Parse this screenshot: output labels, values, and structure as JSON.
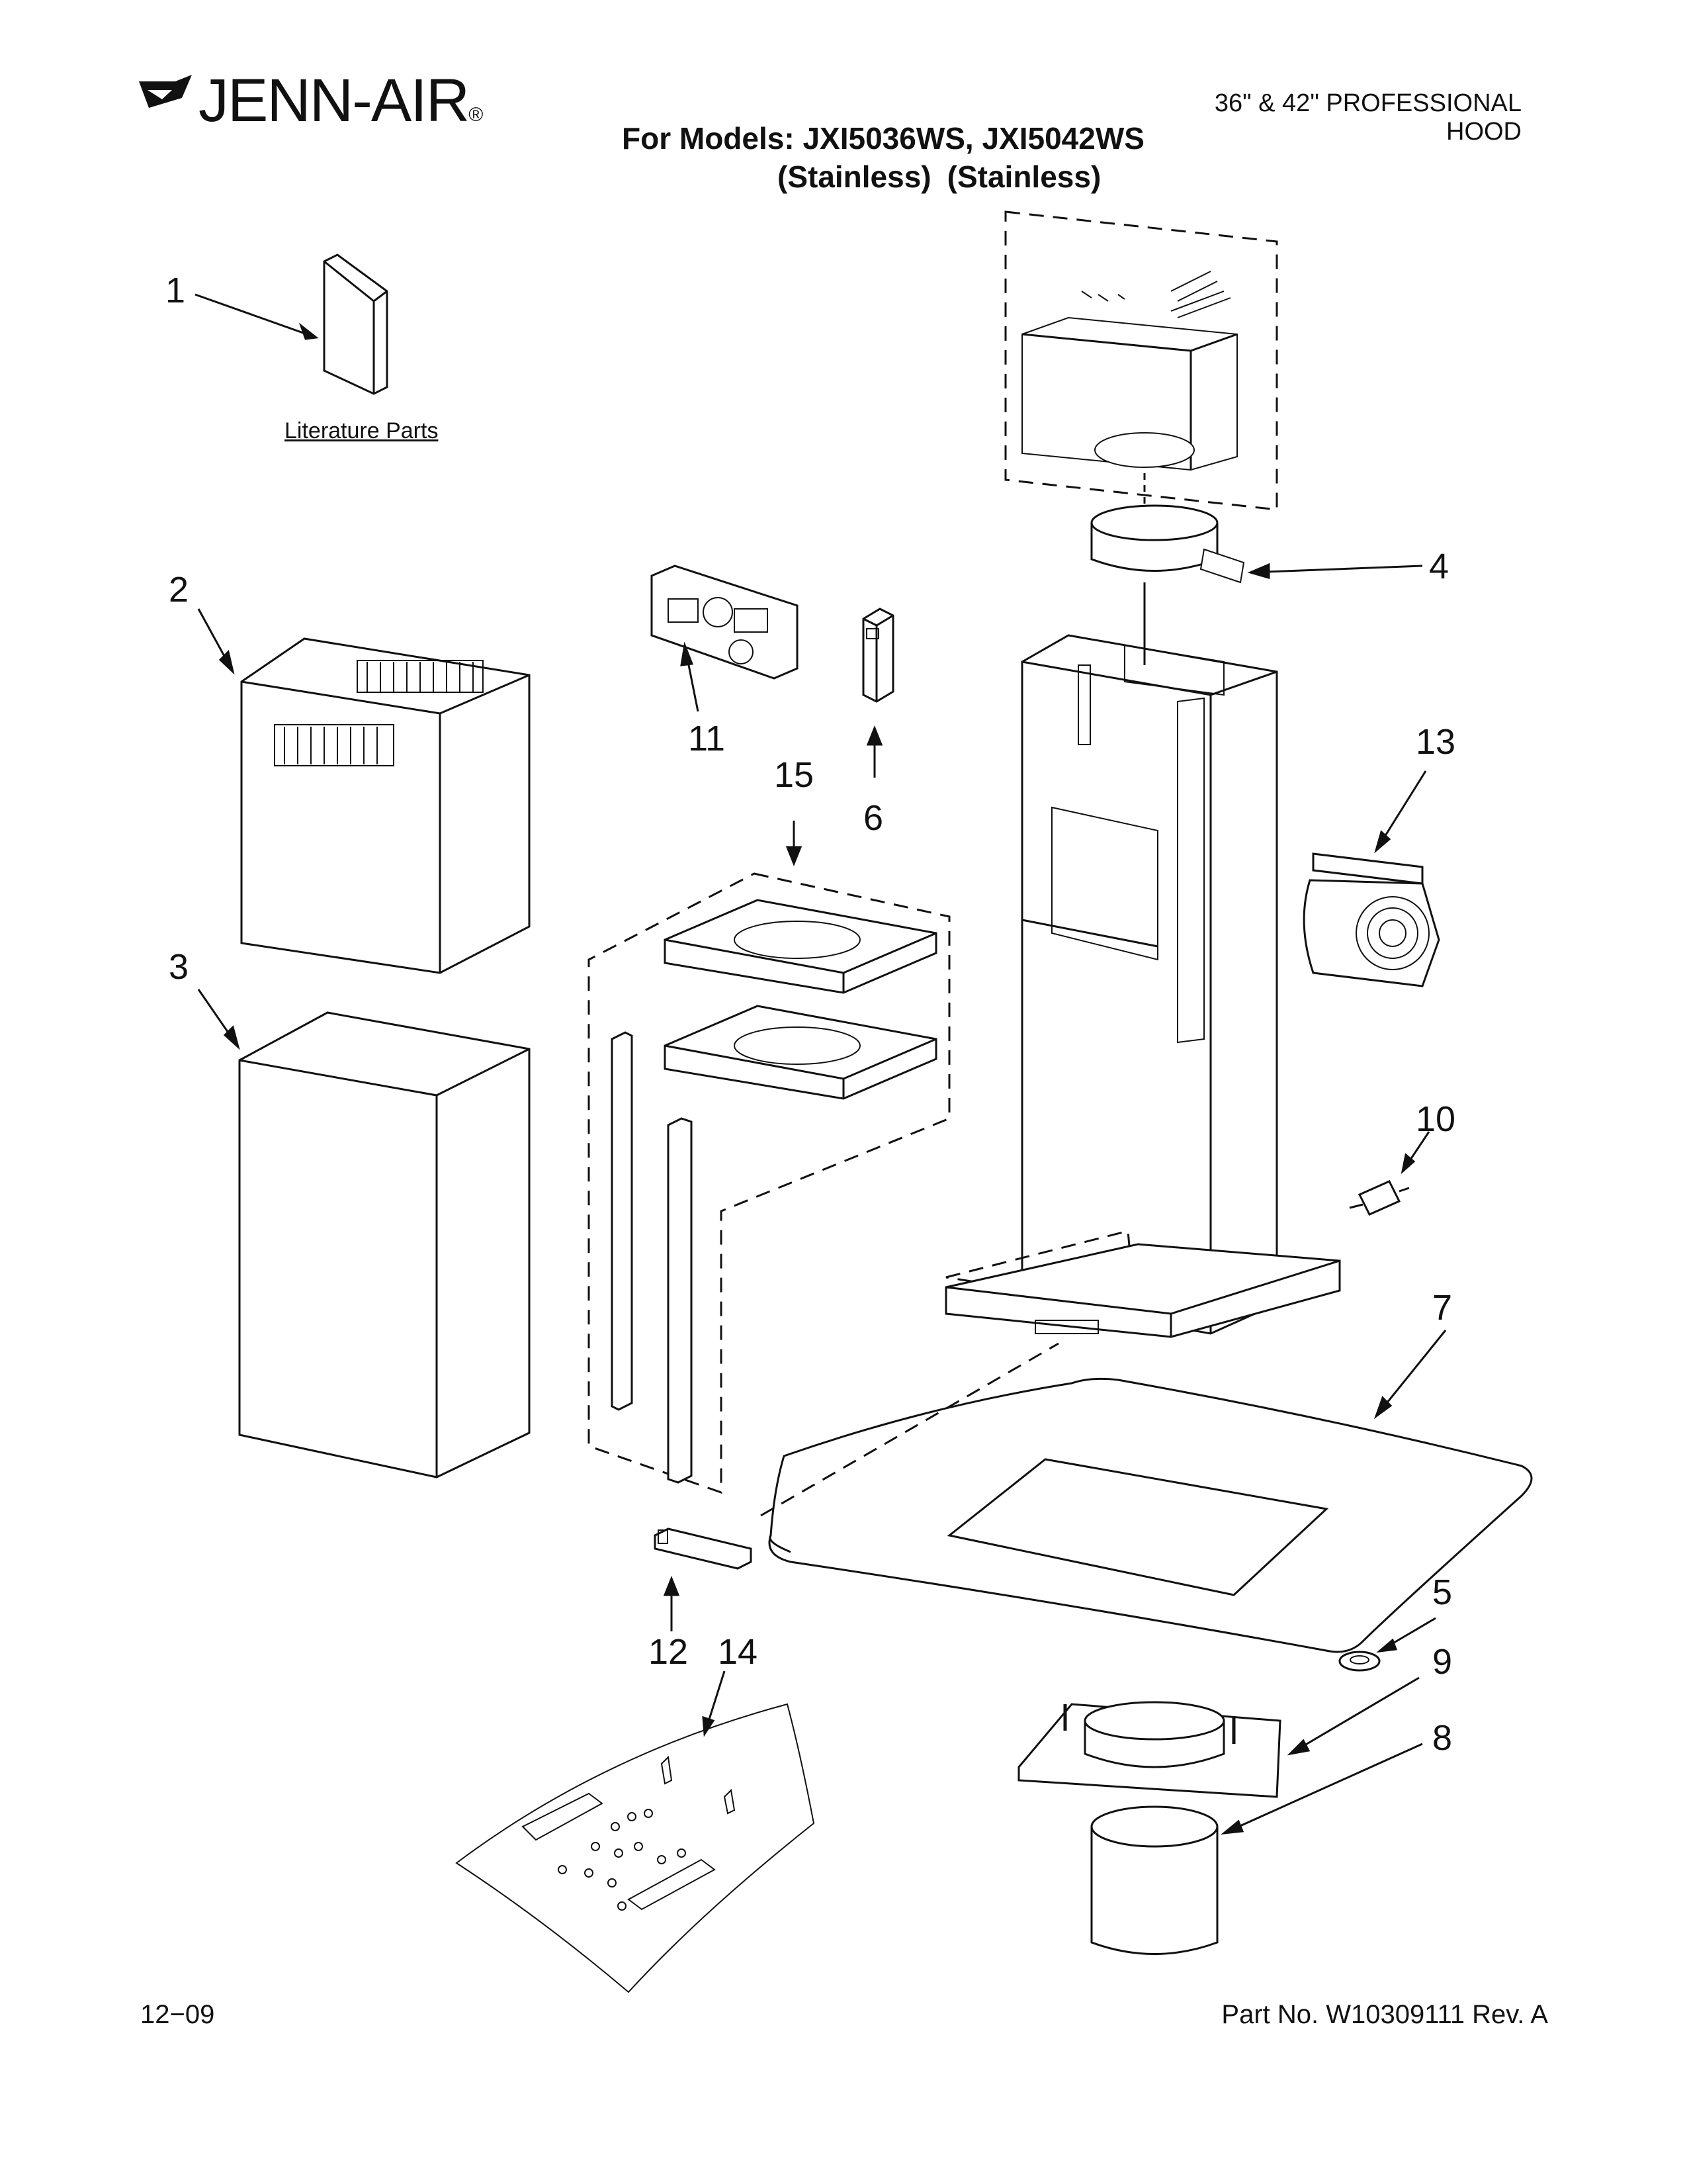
{
  "header": {
    "brand": "JENN-AIR",
    "brand_mark": "®",
    "title": "36\" & 42\" PROFESSIONAL HOOD",
    "models_line": "For Models: JXI5036WS, JXI5042WS",
    "finish_1": "(Stainless)",
    "finish_2": "(Stainless)"
  },
  "labels": {
    "literature_parts": "Literature Parts"
  },
  "callouts": [
    "1",
    "2",
    "3",
    "4",
    "5",
    "6",
    "7",
    "8",
    "9",
    "10",
    "11",
    "12",
    "13",
    "14",
    "15"
  ],
  "footer": {
    "date_code": "12−09",
    "part_number": "Part No. W10309111 Rev. A"
  }
}
